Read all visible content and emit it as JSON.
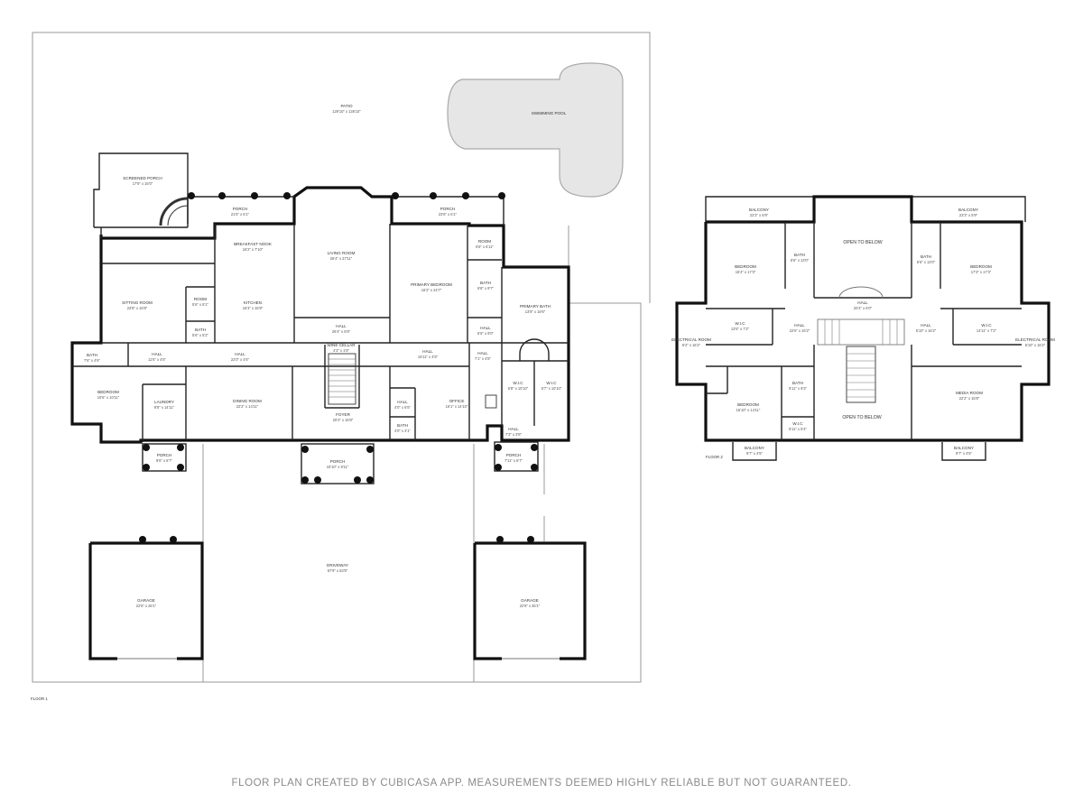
{
  "footer": "FLOOR PLAN CREATED BY CUBICASA APP. MEASUREMENTS DEEMED HIGHLY RELIABLE BUT NOT GUARANTEED.",
  "floor1": {
    "label": "FLOOR 1",
    "rooms": [
      {
        "id": "patio",
        "name": "PATIO",
        "dims": "129'10\" x 136'10\""
      },
      {
        "id": "pool",
        "name": "SWIMMING POOL",
        "dims": ""
      },
      {
        "id": "screened-porch",
        "name": "SCREENED PORCH",
        "dims": "17'9\" x 16'0\""
      },
      {
        "id": "porch-nw",
        "name": "PORCH",
        "dims": "21'6\" x 6'1\""
      },
      {
        "id": "porch-ne",
        "name": "PORCH",
        "dims": "23'6\" x 6'1\""
      },
      {
        "id": "breakfast-nook",
        "name": "BREAKFAST NOOK",
        "dims": "16'2\" x 7'10\""
      },
      {
        "id": "living-room",
        "name": "LIVING ROOM",
        "dims": "26'4\" x 27'11\""
      },
      {
        "id": "room-1",
        "name": "ROOM",
        "dims": "6'6\" x 6'11\""
      },
      {
        "id": "primary-bedroom",
        "name": "PRIMARY BEDROOM",
        "dims": "16'2\" x 24'7\""
      },
      {
        "id": "sitting-room",
        "name": "SITTING ROOM",
        "dims": "23'8\" x 16'8\""
      },
      {
        "id": "room-2",
        "name": "ROOM",
        "dims": "5'6\" x 6'1\""
      },
      {
        "id": "kitchen",
        "name": "KITCHEN",
        "dims": "16'3\" x 16'8\""
      },
      {
        "id": "bath-upper",
        "name": "BATH",
        "dims": "6'8\" x 9'7\""
      },
      {
        "id": "primary-bath",
        "name": "PRIMARY BATH",
        "dims": "13'8\" x 18'6\""
      },
      {
        "id": "bath-small",
        "name": "BATH",
        "dims": "5'6\" x 5'2\""
      },
      {
        "id": "hall-living",
        "name": "HALL",
        "dims": "26'4\" x 5'8\""
      },
      {
        "id": "hall-right",
        "name": "HALL",
        "dims": "6'6\" x 9'0\""
      },
      {
        "id": "bath-left",
        "name": "BATH",
        "dims": "7'6\" x 4'6\""
      },
      {
        "id": "hall-left",
        "name": "HALL",
        "dims": "11'6\" x 4'6\""
      },
      {
        "id": "hall-center",
        "name": "HALL",
        "dims": "22'0\" x 4'6\""
      },
      {
        "id": "wine-cellar",
        "name": "WINE CELLAR",
        "dims": "4'3\" x 1'8\""
      },
      {
        "id": "hall-east",
        "name": "HALL",
        "dims": "16'11\" x 4'8\""
      },
      {
        "id": "hall-east2",
        "name": "HALL",
        "dims": "7'1\" x 4'8\""
      },
      {
        "id": "bedroom-1",
        "name": "BEDROOM",
        "dims": "10'6\" x 10'11\""
      },
      {
        "id": "laundry",
        "name": "LAUNDRY",
        "dims": "8'8\" x 14'11\""
      },
      {
        "id": "dining-room",
        "name": "DINING ROOM",
        "dims": "22'2\" x 14'11\""
      },
      {
        "id": "foyer",
        "name": "FOYER",
        "dims": "20'4\" x 15'8\""
      },
      {
        "id": "hall-foyer",
        "name": "HALL",
        "dims": "4'0\" x 6'5\""
      },
      {
        "id": "bath-foyer",
        "name": "BATH",
        "dims": "4'0\" x 4'1\""
      },
      {
        "id": "office",
        "name": "OFFICE",
        "dims": "16'1\" x 14'10\""
      },
      {
        "id": "wic-1",
        "name": "W.I.C",
        "dims": "6'8\" x 10'10\""
      },
      {
        "id": "wic-2",
        "name": "W.I.C",
        "dims": "6'7\" x 10'10\""
      },
      {
        "id": "hall-south",
        "name": "HALL",
        "dims": "7'3\" x 3'8\""
      },
      {
        "id": "porch-sw",
        "name": "PORCH",
        "dims": "9'6\" x 6'7\""
      },
      {
        "id": "porch-entry",
        "name": "PORCH",
        "dims": "10'10\" x 8'11\""
      },
      {
        "id": "porch-se",
        "name": "PORCH",
        "dims": "7'11\" x 6'7\""
      },
      {
        "id": "driveway",
        "name": "DRIVEWAY",
        "dims": "57'9\" x 53'8\""
      },
      {
        "id": "garage-w",
        "name": "GARAGE",
        "dims": "22'6\" x 26'1\""
      },
      {
        "id": "garage-e",
        "name": "GARAGE",
        "dims": "22'8\" x 26'1\""
      }
    ]
  },
  "floor2": {
    "label": "FLOOR 2",
    "rooms": [
      {
        "id": "balcony-nw",
        "name": "BALCONY",
        "dims": "22'2\" x 5'9\""
      },
      {
        "id": "open-below-n",
        "name": "OPEN TO BELOW",
        "dims": ""
      },
      {
        "id": "balcony-ne",
        "name": "BALCONY",
        "dims": "23'3\" x 5'9\""
      },
      {
        "id": "bedroom-nw",
        "name": "BEDROOM",
        "dims": "16'4\" x 17'3\""
      },
      {
        "id": "bath-nw",
        "name": "BATH",
        "dims": "5'6\" x 13'0\""
      },
      {
        "id": "bath-ne",
        "name": "BATH",
        "dims": "5'6\" x 13'0\""
      },
      {
        "id": "bedroom-ne",
        "name": "BEDROOM",
        "dims": "17'3\" x 17'3\""
      },
      {
        "id": "hall-2-top",
        "name": "HALL",
        "dims": "20'4\" x 6'0\""
      },
      {
        "id": "wic-2w",
        "name": "W.I.C",
        "dims": "13'6\" x 7'2\""
      },
      {
        "id": "hall-2w",
        "name": "HALL",
        "dims": "22'6\" x 16'2\""
      },
      {
        "id": "hall-2e",
        "name": "HALL",
        "dims": "5'10\" x 16'2\""
      },
      {
        "id": "wic-2e",
        "name": "W.I.C",
        "dims": "14'11\" x 7'2\""
      },
      {
        "id": "elec-w",
        "name": "ELECTRICAL ROOM",
        "dims": "6'2\" x 16'2\""
      },
      {
        "id": "elec-e",
        "name": "ELECTRICAL ROOM",
        "dims": "6'10\" x 16'2\""
      },
      {
        "id": "bath-2s",
        "name": "BATH",
        "dims": "5'11\" x 9'3\""
      },
      {
        "id": "bedroom-sw",
        "name": "BEDROOM",
        "dims": "15'10\" x 14'11\""
      },
      {
        "id": "wic-2s",
        "name": "W.I.C",
        "dims": "5'11\" x 5'4\""
      },
      {
        "id": "open-below-s",
        "name": "OPEN TO BELOW",
        "dims": ""
      },
      {
        "id": "media-room",
        "name": "MEDIA ROOM",
        "dims": "22'2\" x 15'8\""
      },
      {
        "id": "balcony-sw",
        "name": "BALCONY",
        "dims": "9'7\" x 4'5\""
      },
      {
        "id": "balcony-se",
        "name": "BALCONY",
        "dims": "9'7\" x 4'5\""
      }
    ]
  }
}
